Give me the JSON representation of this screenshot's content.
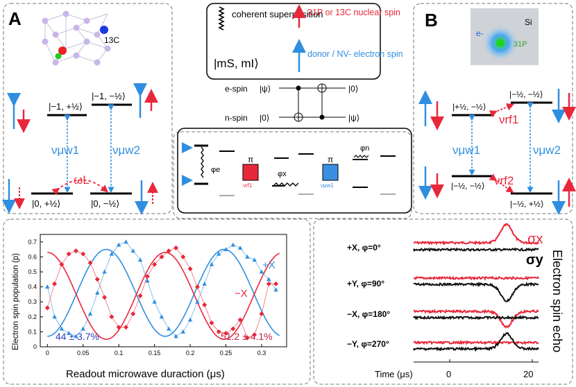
{
  "panel_a": {
    "label": "A",
    "nucleus_label": "13C",
    "states": {
      "top_left": "|−1, +½⟩",
      "top_right": "|−1, −½⟩",
      "bottom_left": "|0, +½⟩",
      "bottom_right": "|0, −½⟩"
    },
    "transitions": {
      "mw1": "νμw1",
      "mw2": "νμw2",
      "larmor": "ωL"
    }
  },
  "legend": {
    "coherent": "coherent superposition",
    "nuclear": "31P or 13C nuclear spin",
    "electron": "donor / NV- electron spin",
    "ket": "|mS, mI⟩"
  },
  "circuit": {
    "e_spin": "e-spin",
    "n_spin": "n-spin",
    "psi": "|ψ⟩",
    "zero": "|0⟩"
  },
  "pulses": {
    "phi_e": "φe",
    "phi_x": "φx",
    "phi_n": "φn",
    "pi": "π",
    "rf1": "νrf1",
    "mw1": "νμw1"
  },
  "panel_b": {
    "label": "B",
    "si": "Si",
    "electron": "e-",
    "donor": "31P",
    "states": {
      "top_left": "|+½, −½⟩",
      "top_right": "|−½, −½⟩",
      "bottom_left": "|−½, −½⟩",
      "bottom_right": "|−½, +½⟩"
    },
    "transitions": {
      "rf1": "νrf1",
      "rf2": "νrf2",
      "mw1": "νμw1",
      "mw2": "νμw2"
    }
  },
  "echo": {
    "ylabel": "Electron spin echo",
    "xlabel": "Time (μs)",
    "ticks": [
      "0",
      "20"
    ],
    "rows": [
      "+X, φ=0°",
      "+Y, φ=90°",
      "−X, φ=180°",
      "−Y, φ=270°"
    ],
    "sigma_x": "σx",
    "sigma_y": "σy",
    "colors": {
      "x": "#e8283a",
      "y": "#111111"
    }
  },
  "chart_data": {
    "type": "line",
    "xlabel": "Readout microwave duraction (μs)",
    "ylabel": "Electron spin population (p)",
    "xlim": [
      -0.01,
      0.335
    ],
    "ylim": [
      0,
      0.75
    ],
    "xticks": [
      "0",
      "0.05",
      "0.1",
      "0.15",
      "0.2",
      "0.25",
      "0.3"
    ],
    "yticks": [
      "0",
      "0.1",
      "0.2",
      "0.3",
      "0.4",
      "0.5",
      "0.6",
      "0.7"
    ],
    "series": [
      {
        "name": "+X",
        "color": "#2f8ee0",
        "annotation": "44 ± 3.7%",
        "annotation_color": "#2a3fbf",
        "fit": {
          "offset": 0.36,
          "amp": 0.29,
          "period": 0.165,
          "phase": 0.0
        },
        "x": [
          0.0,
          0.01,
          0.02,
          0.03,
          0.04,
          0.05,
          0.06,
          0.07,
          0.08,
          0.09,
          0.1,
          0.11,
          0.12,
          0.13,
          0.14,
          0.15,
          0.16,
          0.17,
          0.18,
          0.19,
          0.2,
          0.21,
          0.22,
          0.23,
          0.24,
          0.25,
          0.26,
          0.27,
          0.28,
          0.29,
          0.3,
          0.31,
          0.32
        ],
        "y": [
          0.4,
          0.2,
          0.12,
          0.09,
          0.07,
          0.12,
          0.22,
          0.36,
          0.5,
          0.62,
          0.68,
          0.7,
          0.64,
          0.58,
          0.44,
          0.3,
          0.2,
          0.12,
          0.07,
          0.1,
          0.18,
          0.3,
          0.42,
          0.55,
          0.62,
          0.65,
          0.68,
          0.66,
          0.6,
          0.58,
          0.5,
          0.45,
          0.38
        ]
      },
      {
        "name": "−X",
        "color": "#e8283a",
        "annotation": "51.2 ± 4.1%",
        "annotation_color": "#c8204a",
        "fit": {
          "offset": 0.34,
          "amp": 0.29,
          "period": 0.165,
          "phase": 0.5
        },
        "x": [
          0.0,
          0.01,
          0.02,
          0.03,
          0.04,
          0.05,
          0.06,
          0.07,
          0.08,
          0.09,
          0.1,
          0.11,
          0.12,
          0.13,
          0.14,
          0.15,
          0.16,
          0.17,
          0.18,
          0.19,
          0.2,
          0.21,
          0.22,
          0.23,
          0.24,
          0.25,
          0.26,
          0.27,
          0.28,
          0.29,
          0.3,
          0.31,
          0.32
        ],
        "y": [
          0.26,
          0.42,
          0.55,
          0.62,
          0.64,
          0.62,
          0.56,
          0.45,
          0.33,
          0.2,
          0.13,
          0.13,
          0.22,
          0.34,
          0.47,
          0.55,
          0.6,
          0.64,
          0.66,
          0.6,
          0.52,
          0.4,
          0.28,
          0.16,
          0.1,
          0.09,
          0.12,
          0.18,
          0.06,
          0.08,
          0.22,
          0.42,
          0.42
        ]
      }
    ]
  }
}
